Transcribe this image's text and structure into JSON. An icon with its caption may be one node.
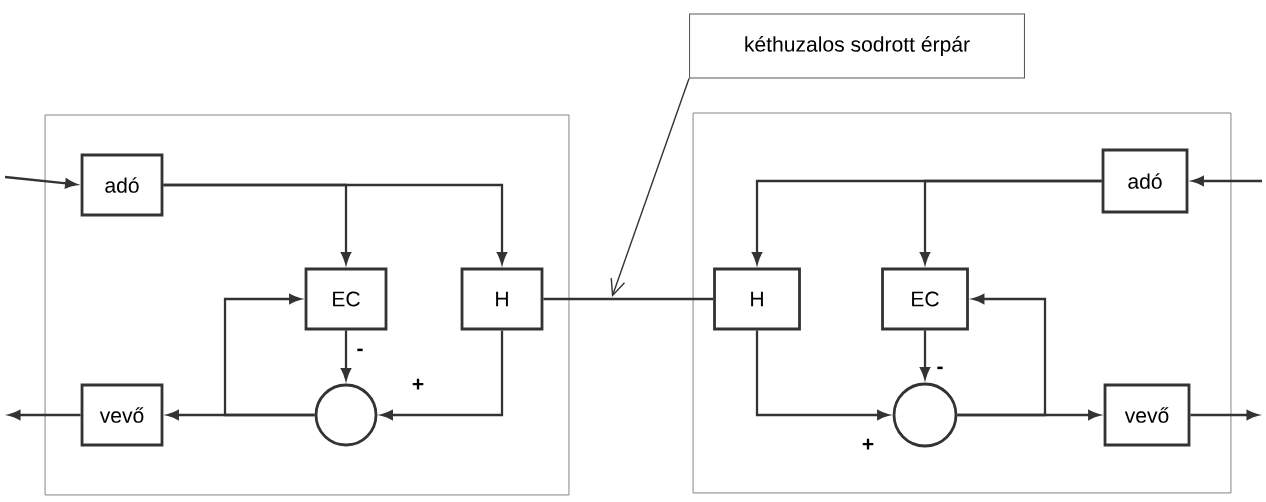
{
  "diagram": {
    "nodes": [
      {
        "text": [],
        "shape": "box"
      },
      {
        "text": [
          "adó"
        ],
        "in": 0
      },
      {
        "text": [
          "EC"
        ],
        "in": 0
      },
      {
        "text": [
          "H"
        ],
        "in": 0
      },
      {
        "text": [],
        "shape": "circle",
        "in": 0
      },
      {
        "text": [
          "vevő"
        ],
        "in": 0
      },
      {
        "text": [],
        "shape": "box"
      },
      {
        "text": [
          "H"
        ],
        "in": 6
      },
      {
        "text": [
          "EC"
        ],
        "in": 6
      },
      {
        "text": [],
        "shape": "circle",
        "in": 6
      },
      {
        "text": [
          "adó"
        ],
        "in": 6
      },
      {
        "text": [
          "vevő"
        ],
        "in": 6
      },
      {
        "text": [
          "kéthuzalos sodrott érpár"
        ]
      }
    ],
    "edges": [
      {
        "from": null,
        "to": 1,
        "arrow": "to"
      },
      {
        "from": 1,
        "to": 2,
        "arrow": "to"
      },
      {
        "from": 1,
        "to": 3,
        "arrow": "to"
      },
      {
        "from": 2,
        "to": 4,
        "arrow": "to",
        "label": "-"
      },
      {
        "from": 3,
        "to": 4,
        "arrow": "to",
        "label": "+"
      },
      {
        "from": 4,
        "to": 5,
        "arrow": "to"
      },
      {
        "from": 4,
        "to": 2,
        "arrow": "to"
      },
      {
        "from": 5,
        "to": null,
        "arrow": "to"
      },
      {
        "from": 3,
        "to": 7,
        "arrow": "none"
      },
      {
        "from": 12,
        "to": null,
        "arrow": "to"
      },
      {
        "from": null,
        "to": 10,
        "arrow": "to"
      },
      {
        "from": 10,
        "to": 7,
        "arrow": "to"
      },
      {
        "from": 10,
        "to": 8,
        "arrow": "to"
      },
      {
        "from": 8,
        "to": 9,
        "arrow": "to",
        "label": "-"
      },
      {
        "from": 7,
        "to": 9,
        "arrow": "to",
        "label": "+"
      },
      {
        "from": 9,
        "to": 11,
        "arrow": "to"
      },
      {
        "from": 9,
        "to": 8,
        "arrow": "to"
      },
      {
        "from": 11,
        "to": null,
        "arrow": "to"
      }
    ]
  }
}
